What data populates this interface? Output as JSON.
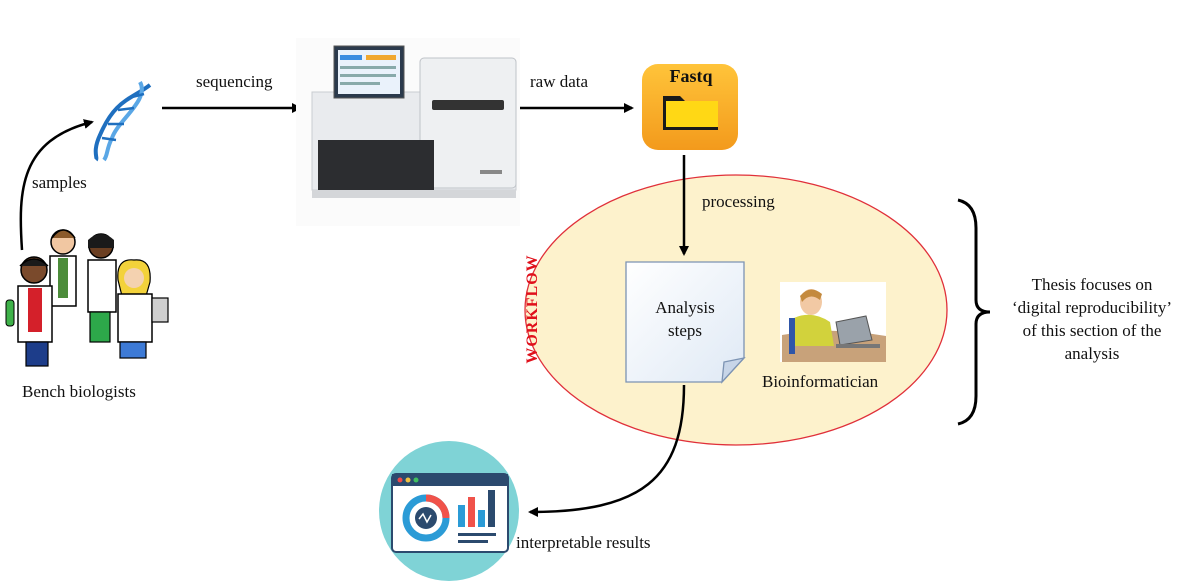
{
  "labels": {
    "samples": "samples",
    "sequencing": "sequencing",
    "raw_data": "raw data",
    "fastq": "Fastq",
    "processing": "processing",
    "workflow": "WORKFLOW",
    "analysis_line1": "Analysis",
    "analysis_line2": "steps",
    "bioinformatician": "Bioinformatician",
    "bench_biologists": "Bench biologists",
    "interpretable_results": "interpretable results",
    "thesis_line1": "Thesis focuses on",
    "thesis_line2": "‘digital reproducibility’",
    "thesis_line3": "of this section of the",
    "thesis_line4": "analysis"
  },
  "colors": {
    "ellipse_fill": "#fdf2cc",
    "ellipse_stroke": "#e0303a",
    "workflow_text": "#e0101b",
    "fastq_orange": "#f7a823",
    "folder_yellow": "#ffd815",
    "results_circle": "#7fd3d6",
    "dna_blue": "#1f6fbf"
  },
  "icons": [
    "dna-icon",
    "sequencer-icon",
    "fastq-folder-icon",
    "document-icon",
    "bioinformatician-icon",
    "scientists-icon",
    "results-dashboard-icon"
  ]
}
